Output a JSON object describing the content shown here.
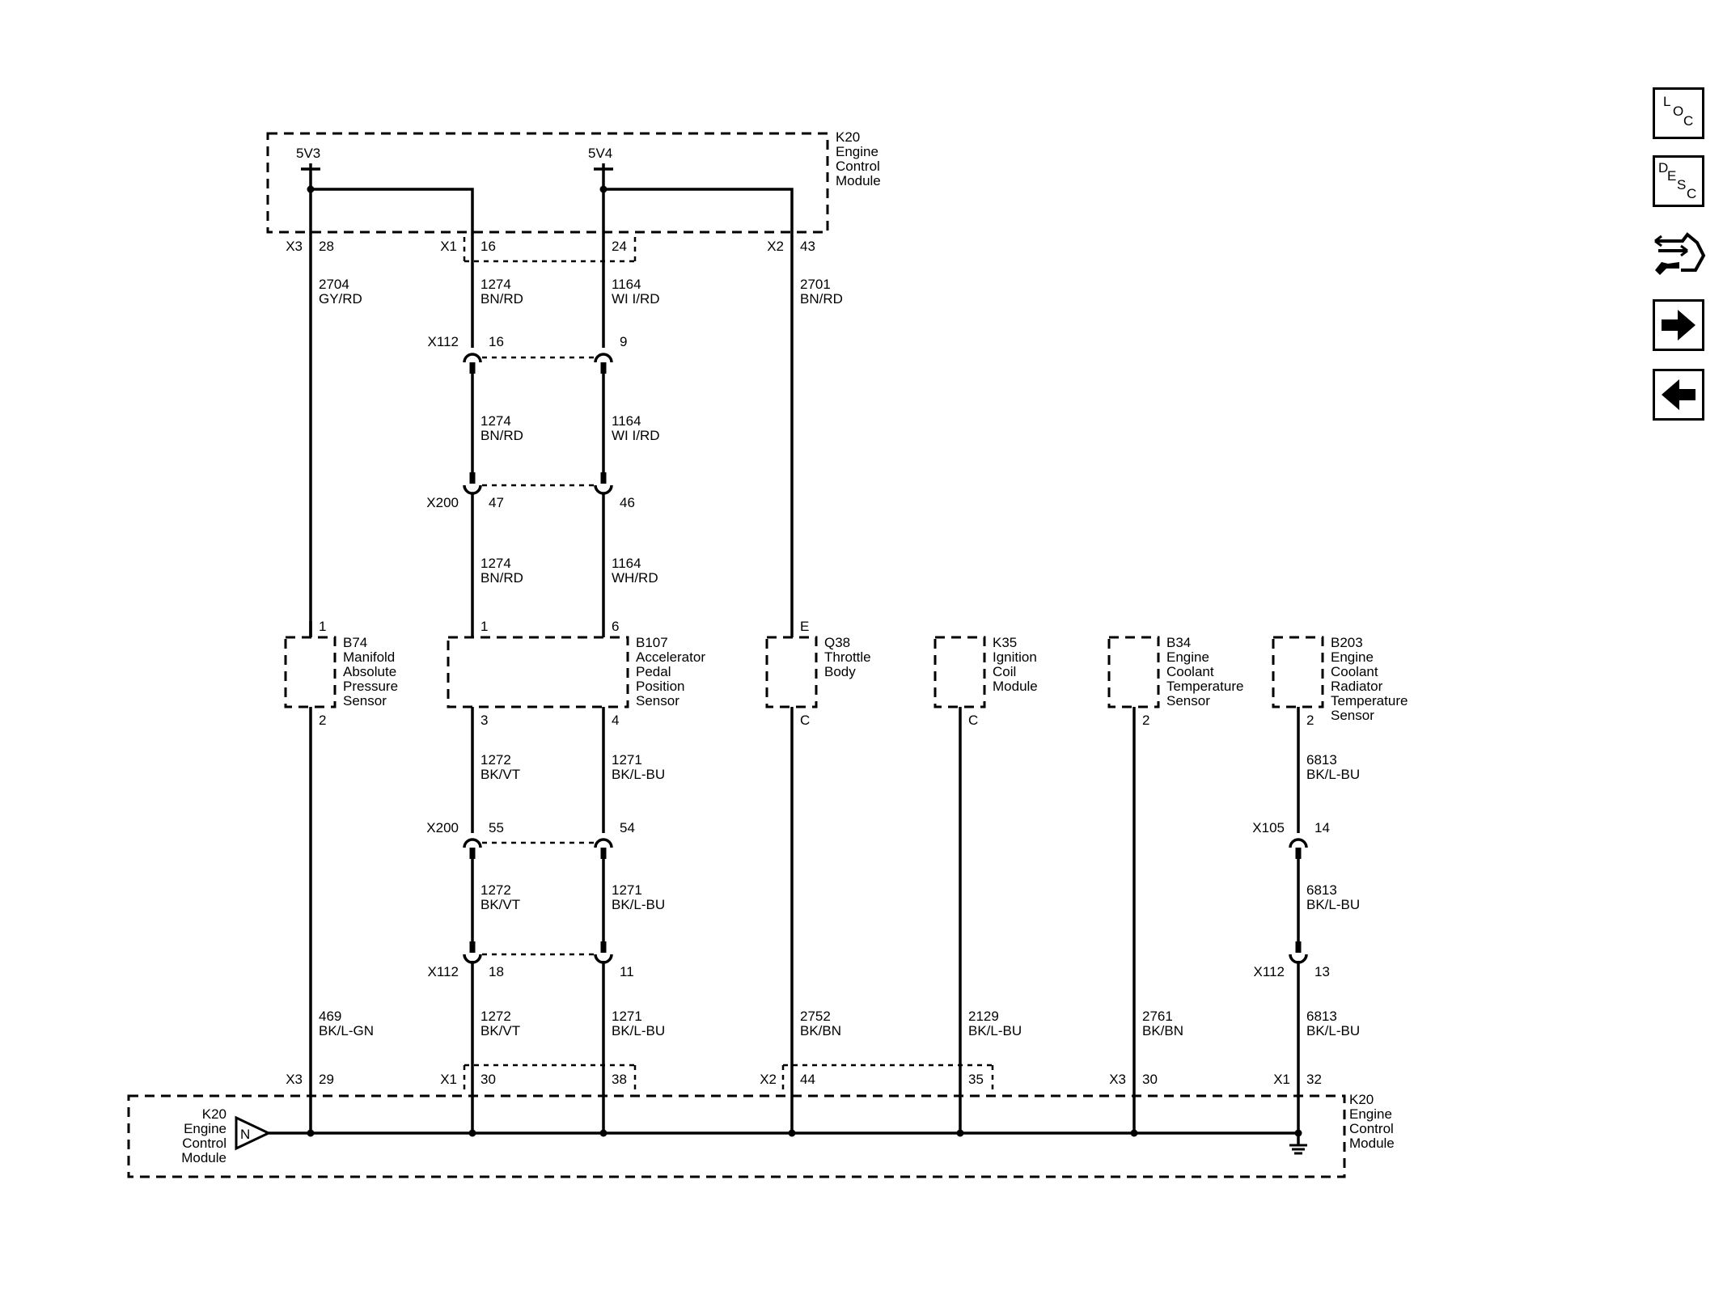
{
  "top_module": {
    "ref": "K20",
    "name_lines": [
      "Engine",
      "Control",
      "Module"
    ]
  },
  "bottom_module": {
    "ref": "K20",
    "name_lines": [
      "Engine",
      "Control",
      "Module"
    ]
  },
  "left_module": {
    "lines": [
      "K20",
      "Engine",
      "Control",
      "Module"
    ],
    "symbol": "N"
  },
  "supplies": [
    "5V3",
    "5V4"
  ],
  "top_pins": {
    "c1_conn": "X3",
    "c1_pin": "28",
    "c2_conn": "X1",
    "c2_pin": "16",
    "c3_pin": "24",
    "c4_conn": "X2",
    "c4_pin": "43"
  },
  "bottom_pins": {
    "c1_conn": "X3",
    "c1_pin": "29",
    "c2_conn": "X1",
    "c2_pin": "30",
    "c3_pin": "38",
    "c4_conn": "X2",
    "c4_pin": "44",
    "c5_pin": "35",
    "c6_conn": "X3",
    "c6_pin": "30",
    "c7_conn": "X1",
    "c7_pin": "32"
  },
  "wires": {
    "w2704": [
      "2704",
      "GY/RD"
    ],
    "w1274a": [
      "1274",
      "BN/RD"
    ],
    "w1164a": [
      "1164",
      "WI I/RD"
    ],
    "w2701": [
      "2701",
      "BN/RD"
    ],
    "w1274b": [
      "1274",
      "BN/RD"
    ],
    "w1164b": [
      "1164",
      "WI I/RD"
    ],
    "w1274c": [
      "1274",
      "BN/RD"
    ],
    "w1164c": [
      "1164",
      "WH/RD"
    ],
    "w1272a": [
      "1272",
      "BK/VT"
    ],
    "w1271a": [
      "1271",
      "BK/L-BU"
    ],
    "w6813a": [
      "6813",
      "BK/L-BU"
    ],
    "w1272b": [
      "1272",
      "BK/VT"
    ],
    "w1271b": [
      "1271",
      "BK/L-BU"
    ],
    "w6813b": [
      "6813",
      "BK/L-BU"
    ],
    "w469": [
      "469",
      "BK/L-GN"
    ],
    "w1272c": [
      "1272",
      "BK/VT"
    ],
    "w1271c": [
      "1271",
      "BK/L-BU"
    ],
    "w2752": [
      "2752",
      "BK/BN"
    ],
    "w2129": [
      "2129",
      "BK/L-BU"
    ],
    "w2761": [
      "2761",
      "BK/BN"
    ],
    "w6813c": [
      "6813",
      "BK/L-BU"
    ]
  },
  "inline_connectors": {
    "x112_top": {
      "name": "X112",
      "pin_a": "16",
      "pin_b": "9"
    },
    "x200_top": {
      "name": "X200",
      "pin_a": "47",
      "pin_b": "46"
    },
    "x200_bot": {
      "name": "X200",
      "pin_a": "55",
      "pin_b": "54"
    },
    "x112_bot": {
      "name": "X112",
      "pin_a": "18",
      "pin_b": "11"
    },
    "x105": {
      "name": "X105",
      "pin": "14"
    },
    "x112_right": {
      "name": "X112",
      "pin": "13"
    }
  },
  "components": {
    "b74": {
      "lines": [
        "B74",
        "Manifold",
        "Absolute",
        "Pressure",
        "Sensor"
      ],
      "pin_top": "1",
      "pin_bottom": "2"
    },
    "b107": {
      "lines": [
        "B107",
        "Accelerator",
        "Pedal",
        "Position",
        "Sensor"
      ],
      "pin_top_a": "1",
      "pin_top_b": "6",
      "pin_bottom_a": "3",
      "pin_bottom_b": "4"
    },
    "q38": {
      "lines": [
        "Q38",
        "Throttle",
        "Body"
      ],
      "pin_top": "E",
      "pin_bottom": "C"
    },
    "k35": {
      "lines": [
        "K35",
        "Ignition",
        "Coil",
        "Module"
      ],
      "pin_bottom": "C"
    },
    "b34": {
      "lines": [
        "B34",
        "Engine",
        "Coolant",
        "Temperature",
        "Sensor"
      ],
      "pin_bottom": "2"
    },
    "b203": {
      "lines": [
        "B203",
        "Engine",
        "Coolant",
        "Radiator",
        "Temperature",
        "Sensor"
      ],
      "pin_bottom": "2"
    }
  },
  "nav": {
    "loc": [
      "L",
      "O",
      "C"
    ],
    "desc": [
      "D",
      "E",
      "S",
      "C"
    ],
    "icons": [
      "connector-tool-icon",
      "arrow-right-icon",
      "arrow-left-icon"
    ]
  }
}
